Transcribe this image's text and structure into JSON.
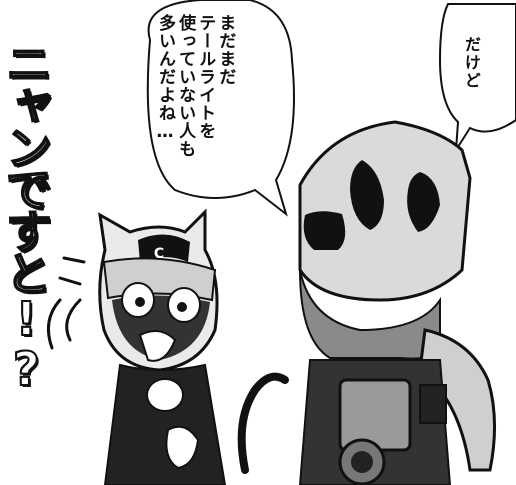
{
  "speech_bubble_center": {
    "text": "まだまだ\nテールライトを\n使っていない人も\n多いんだよね…"
  },
  "speech_bubble_right": {
    "text": "だけど"
  },
  "sound_effect": {
    "text": "ニャンですと!?"
  },
  "colors": {
    "ink": "#111111",
    "paper": "#ffffff",
    "screentone": "#8a8a8a",
    "light_tone": "#cfcfcf"
  }
}
